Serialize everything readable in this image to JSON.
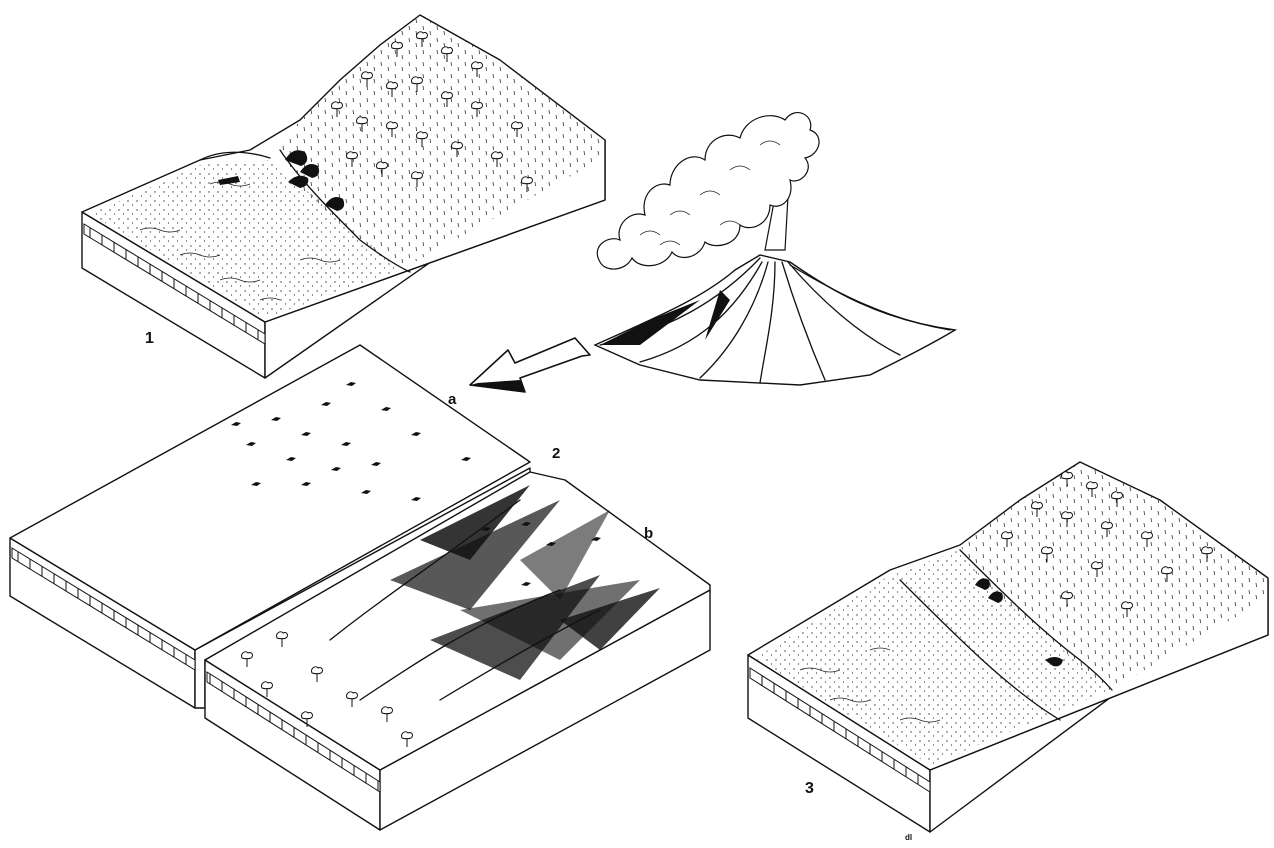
{
  "labels": {
    "block_1": "1",
    "block_2": "2",
    "block_3": "3",
    "marker_a": "a",
    "marker_b": "b",
    "marker_1": "1",
    "signature": "dl"
  },
  "icons": [
    "volcano-icon",
    "eruption-cloud-icon",
    "arrow-icon",
    "tree-icon",
    "hut-icon"
  ]
}
